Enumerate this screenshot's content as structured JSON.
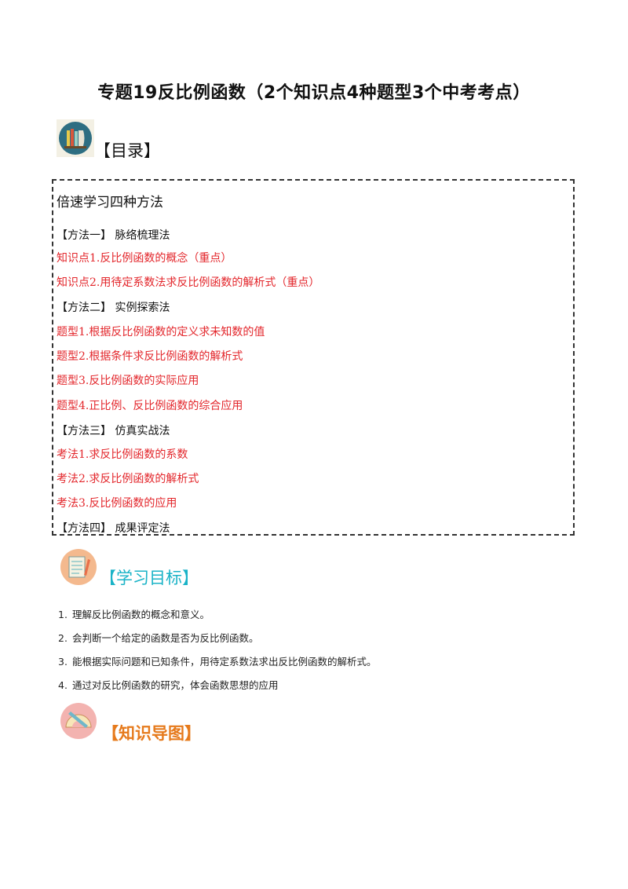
{
  "title": "专题19反比例函数（2个知识点4种题型3个中考考点）",
  "sections": {
    "toc_heading": "【目录】",
    "goals_heading": "【学习目标】",
    "map_heading": "【知识导图】"
  },
  "toc": {
    "title": "倍速学习四种方法",
    "lines": [
      "【方法一】  脉络梳理法",
      "知识点1.反比例函数的概念（重点）",
      "知识点2.用待定系数法求反比例函数的解析式（重点）",
      "【方法二】  实例探索法",
      "题型1.根据反比例函数的定义求未知数的值",
      "题型2.根据条件求反比例函数的解析式",
      "题型3.反比例函数的实际应用",
      "题型4.正比例、反比例函数的综合应用",
      "【方法三】  仿真实战法",
      "考法1.求反比例函数的系数",
      "考法2.求反比例函数的解析式",
      "考法3.反比例函数的应用",
      "【方法四】  成果评定法"
    ]
  },
  "goals": [
    {
      "num": "1.",
      "text": "理解反比例函数的概念和意义。"
    },
    {
      "num": "2.",
      "text": "会判断一个给定的函数是否为反比例函数。"
    },
    {
      "num": "3.",
      "text": "能根据实际问题和已知条件，用待定系数法求出反比例函数的解析式。"
    },
    {
      "num": "4.",
      "text": "通过对反比例函数的研究，体会函数思想的应用"
    }
  ],
  "colors": {
    "red": "#e3262b",
    "goal_heading": "#1ab3c7",
    "map_heading": "#e67a1c"
  },
  "icons": [
    "books-icon",
    "notebook-icon",
    "protractor-icon"
  ]
}
